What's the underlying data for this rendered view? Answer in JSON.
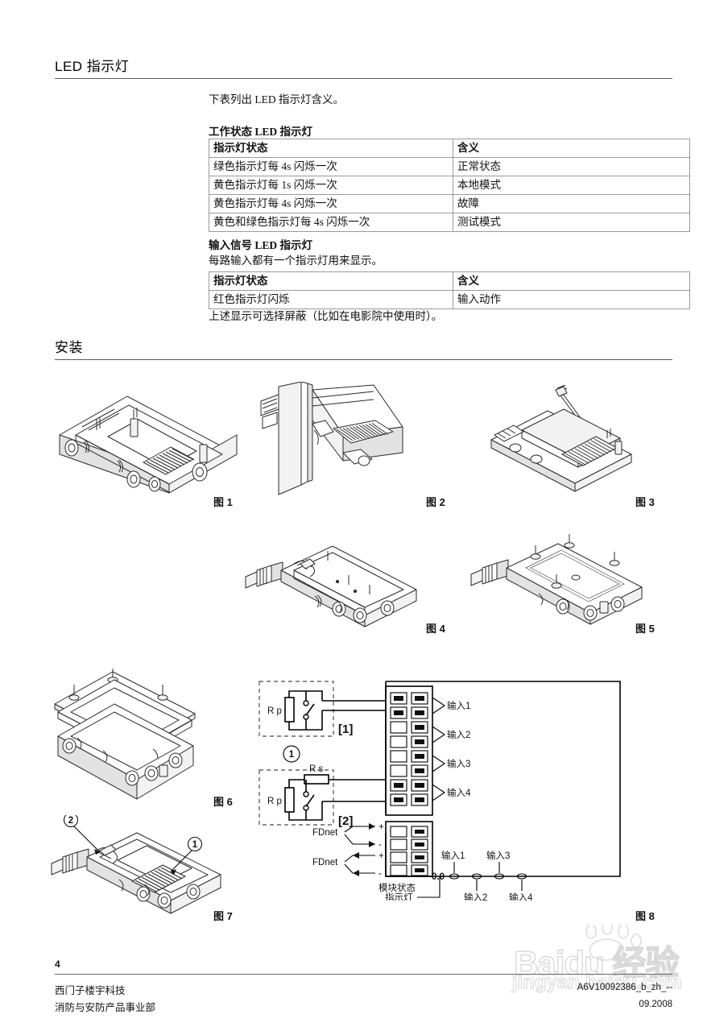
{
  "document": {
    "page_number": "4",
    "sections": [
      {
        "id": "led",
        "title": "LED 指示灯"
      },
      {
        "id": "install",
        "title": "安装"
      }
    ]
  },
  "led_section": {
    "intro": "下表列出 LED 指示灯含义。",
    "table1": {
      "caption": "工作状态 LED 指示灯",
      "headers": [
        "指示灯状态",
        "含义"
      ],
      "rows": [
        [
          "绿色指示灯每 4s 闪烁一次",
          "正常状态"
        ],
        [
          "黄色指示灯每 1s 闪烁一次",
          "本地模式"
        ],
        [
          "黄色指示灯每 4s 闪烁一次",
          "故障"
        ],
        [
          "黄色和绿色指示灯每 4s 闪烁一次",
          "测试模式"
        ]
      ]
    },
    "table2": {
      "caption": "输入信号 LED 指示灯",
      "subtitle": "每路输入都有一个指示灯用来显示。",
      "headers": [
        "指示灯状态",
        "含义"
      ],
      "rows": [
        [
          "红色指示灯闪烁",
          "输入动作"
        ]
      ],
      "note": "上述显示可选择屏蔽（比如在电影院中使用时）。"
    }
  },
  "install_section": {
    "figures": [
      {
        "id": "fig1",
        "label": "图 1"
      },
      {
        "id": "fig2",
        "label": "图 2"
      },
      {
        "id": "fig3",
        "label": "图 3"
      },
      {
        "id": "fig4",
        "label": "图 4"
      },
      {
        "id": "fig5",
        "label": "图 5"
      },
      {
        "id": "fig6",
        "label": "图 6"
      },
      {
        "id": "fig7",
        "label": "图 7"
      },
      {
        "id": "fig8",
        "label": "图 8"
      }
    ],
    "fig7_callouts": [
      "1",
      "2"
    ],
    "wiring_diagram": {
      "circuit_block_1": {
        "tag": "[1]",
        "components": [
          "Rp"
        ],
        "callout": "1"
      },
      "circuit_block_2": {
        "tag": "[2]",
        "components": [
          "Rp",
          "Rs"
        ]
      },
      "input_labels": [
        "输入1",
        "输入2",
        "输入3",
        "输入4"
      ],
      "bus_labels": [
        "FDnet",
        "FDnet"
      ],
      "bus_polarity": [
        "+",
        "-",
        "+",
        "-"
      ],
      "led_row": {
        "zero_label": "0.0",
        "status_label_line1": "模块状态",
        "status_label_line2": "指示灯",
        "top_labels": [
          "输入1",
          "输入3"
        ],
        "bottom_labels": [
          "输入2",
          "输入4"
        ]
      }
    }
  },
  "footer": {
    "company_line1": "西门子楼宇科技",
    "company_line2": "消防与安防产品事业部",
    "doc_id": "A6V10092386_b_zh_--",
    "date": "09.2008"
  },
  "watermark": {
    "main": "Baidu 经验",
    "sub": "jingyan.baidu.com"
  },
  "colors": {
    "text": "#111111",
    "rule": "#5a5a5a",
    "table_border": "#9a9a9a",
    "line_art": "#2b2b2b",
    "watermark": "#b9b9b9"
  }
}
